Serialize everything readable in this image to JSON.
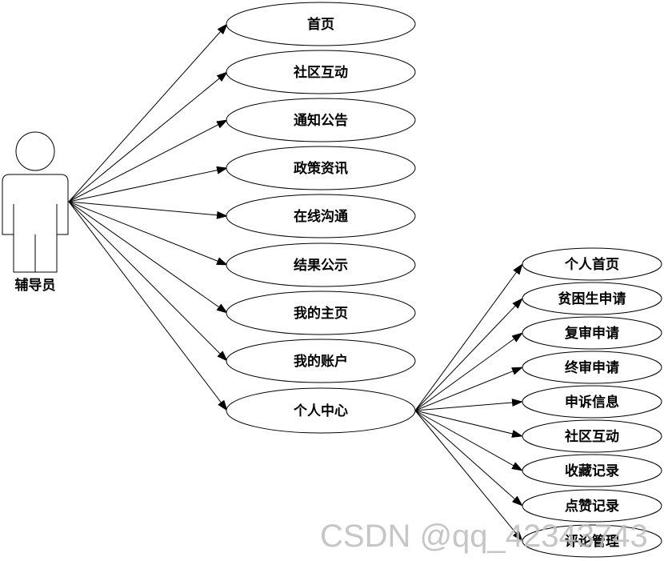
{
  "actor": {
    "name": "辅导员"
  },
  "main_use_cases": [
    "首页",
    "社区互动",
    "通知公告",
    "政策资讯",
    "在线沟通",
    "结果公示",
    "我的主页",
    "我的账户",
    "个人中心"
  ],
  "personal_center_use_cases": [
    "个人首页",
    "贫困生申请",
    "复审申请",
    "终审申请",
    "申诉信息",
    "社区互动",
    "收藏记录",
    "点赞记录",
    "评论管理"
  ],
  "watermark": "CSDN @qq_42343743"
}
